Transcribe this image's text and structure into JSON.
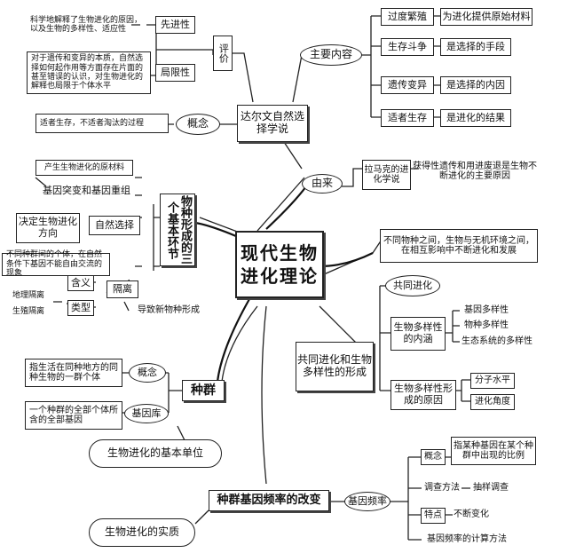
{
  "center_title": "现代生物进化理论",
  "darwin": {
    "title": "达尔文自然选择学说",
    "evaluation": "评价",
    "progressive": "先进性",
    "progressive_text": "科学地解释了生物进化的原因，以及生物的多样性、适应性",
    "limitation": "局限性",
    "limitation_text": "对于遗传和变异的本质，自然选择如何起作用等方面存在片面的甚至错误的认识，对生物进化的解释也局限于个体水平",
    "concept": "概念",
    "concept_text": "适者生存，不适者淘汰的过程",
    "main_content": "主要内容",
    "items": [
      {
        "label": "过度繁殖",
        "desc": "为进化提供原始材料"
      },
      {
        "label": "生存斗争",
        "desc": "是选择的手段"
      },
      {
        "label": "遗传变异",
        "desc": "是选择的内因"
      },
      {
        "label": "适者生存",
        "desc": "是进化的结果"
      }
    ]
  },
  "origin": {
    "label": "由来",
    "lamarck": "拉马克的进化学说",
    "lamarck_text": "获得性遗传和用进废退是生物不断进化的主要原因"
  },
  "species": {
    "title": "物种形成的三个基本环节",
    "mutation_note": "产生生物进化的原材料",
    "mutation": "基因突变和基因重组",
    "natural_selection": "自然选择",
    "direction": "决定生物进化方向",
    "isolation": "隔离",
    "meaning": "含义",
    "meaning_text": "不同种群间的个体，在自然条件下基因不能自由交流的现象",
    "types": "类型",
    "geo": "地理隔离",
    "repro": "生殖隔离",
    "result": "导致新物种形成"
  },
  "coevolution": {
    "title": "共同进化和生物多样性的形成",
    "note": "不同物种之间，生物与无机环境之间，在相互影响中不断进化和发展",
    "coevolution": "共同进化",
    "content": "生物多样性的内涵",
    "content_items": [
      "基因多样性",
      "物种多样性",
      "生态系统的多样性"
    ],
    "reasons": "生物多样性形成的原因",
    "reason_items": [
      "分子水平",
      "进化角度"
    ]
  },
  "population": {
    "title": "种群",
    "concept": "概念",
    "concept_text": "指生活在同种地方的同种生物的一群个体",
    "gene_pool": "基因库",
    "gene_pool_text": "一个种群的全部个体所含的全部基因",
    "unit": "生物进化的基本单位"
  },
  "frequency": {
    "title": "种群基因频率的改变",
    "essence": "生物进化的实质",
    "gene_freq": "基因频率",
    "concept": "概念",
    "concept_text": "指某种基因在某个种群中出现的比例",
    "method": "调查方法",
    "method_text": "抽样调查",
    "feature": "特点",
    "feature_text": "不断变化",
    "calc": "基因频率的计算方法"
  }
}
